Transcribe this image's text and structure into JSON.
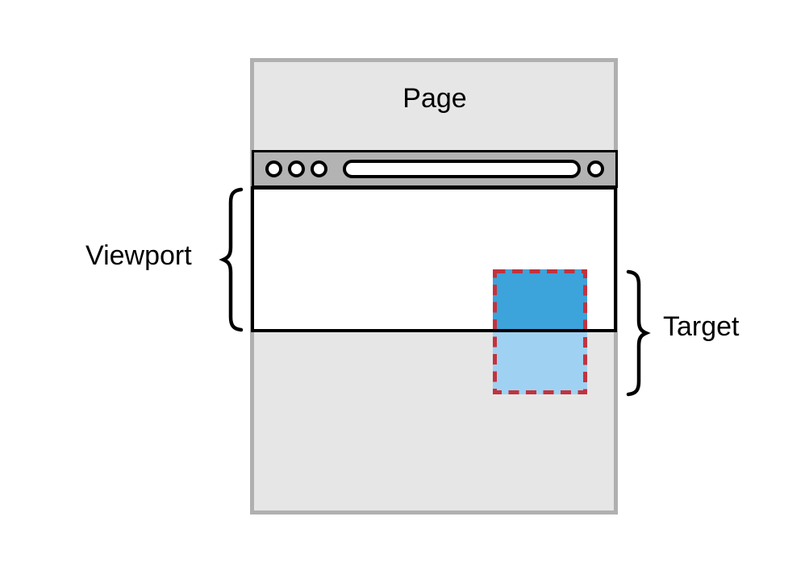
{
  "diagram": {
    "title": "Page / Viewport / Target scrolling diagram",
    "page_label": "Page",
    "viewport_label": "Viewport",
    "target_label": "Target"
  },
  "browser_chrome": {
    "window_dots_count": 3,
    "address_bar": "",
    "right_dot_count": 1
  },
  "colors": {
    "page_fill": "#e6e6e6",
    "page_border": "#b0b0b0",
    "chrome_fill": "#b3b3b3",
    "chrome_border": "#000000",
    "viewport_fill": "#ffffff",
    "viewport_border": "#000000",
    "target_visible_fill": "#3da3db",
    "target_hidden_fill": "#9fd2f2",
    "target_outline": "#c2333e"
  }
}
